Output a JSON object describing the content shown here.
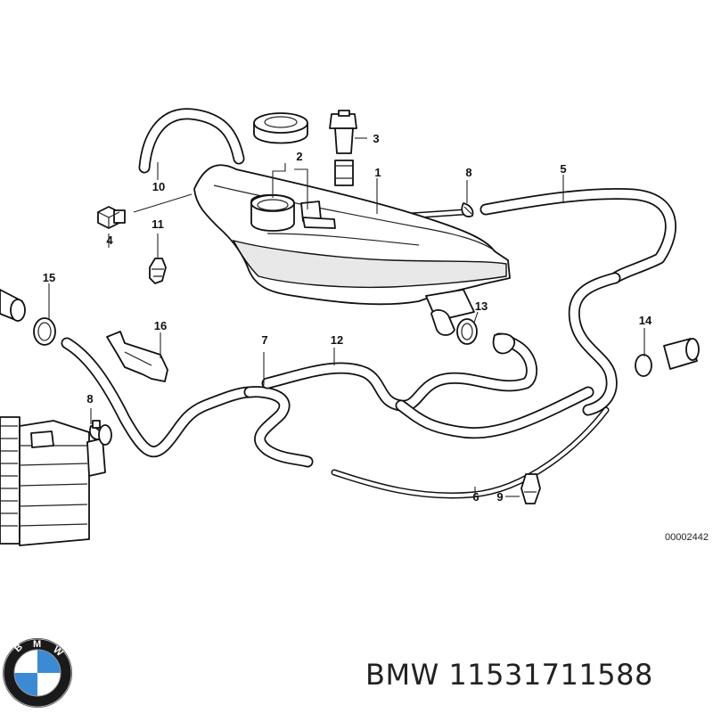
{
  "callouts": [
    "1",
    "2",
    "3",
    "4",
    "5",
    "6",
    "7",
    "8",
    "8",
    "9",
    "10",
    "11",
    "12",
    "13",
    "14",
    "15",
    "16"
  ],
  "diagram_code": "00002442",
  "logo": {
    "letters": "BMW",
    "colors": {
      "blue": "#3a8ad4",
      "ring": "#1a1a1a",
      "white": "#ffffff"
    }
  },
  "caption": "BMW 11531711588"
}
